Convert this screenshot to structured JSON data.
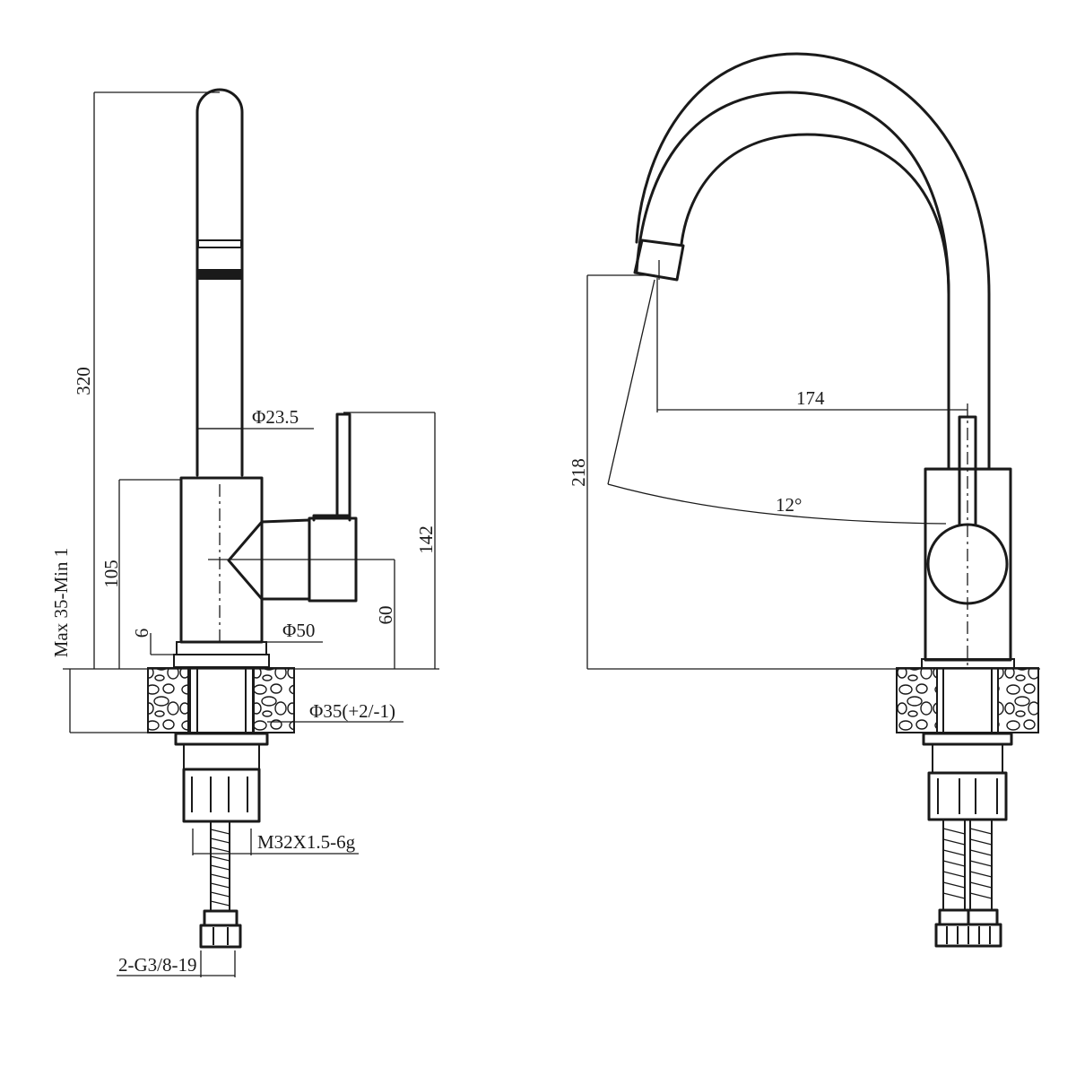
{
  "dimensions": {
    "height_total": "320",
    "spout_diameter": "Φ23.5",
    "body_height": "105",
    "lever_height": "142",
    "lever_axis_height": "60",
    "base_step": "6",
    "base_diameter": "Φ50",
    "deck_thickness": "Max  35-Min 1",
    "hole_diameter": "Φ35(+2/-1)",
    "thread": "M32X1.5-6g",
    "hose_connection": "2-G3/8-19",
    "spout_reach": "174",
    "spout_outlet_height": "218",
    "swivel_angle": "12°"
  },
  "views": [
    "side-view",
    "front-view"
  ],
  "colors": {
    "line": "#1a1a1a",
    "background": "#ffffff"
  }
}
